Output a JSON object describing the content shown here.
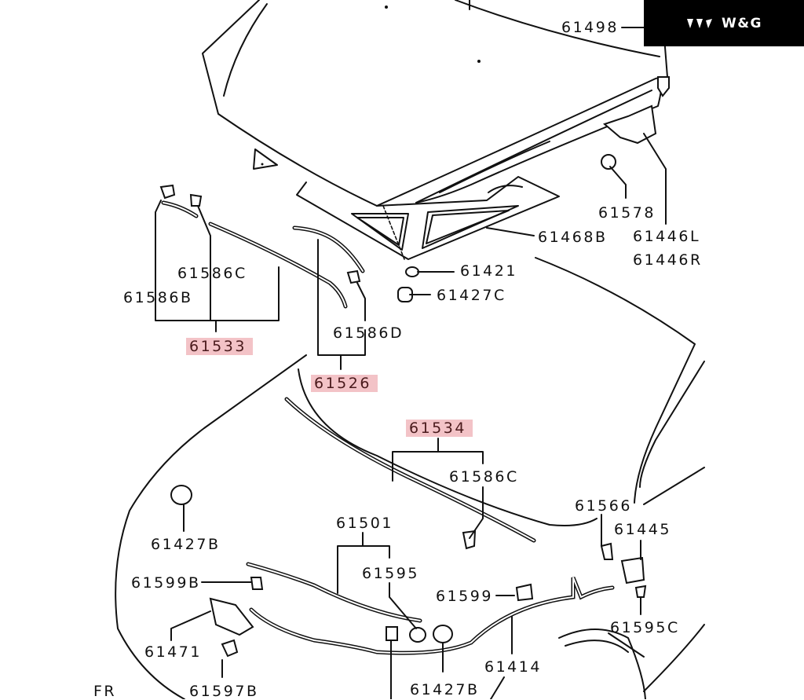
{
  "brand": {
    "logo_text": "W&G"
  },
  "diagram": {
    "title": "Hood assembly exploded parts diagram",
    "orientation_label": "FR",
    "labels": {
      "p61498": "61498",
      "p61578": "61578",
      "p61446L": "61446L",
      "p61446R": "61446R",
      "p61468B": "61468B",
      "p61421": "61421",
      "p61427C": "61427C",
      "p61586C_top": "61586C",
      "p61586B": "61586B",
      "p61533": "61533",
      "p61586D": "61586D",
      "p61526": "61526",
      "p61534": "61534",
      "p61586C_mid": "61586C",
      "p61566": "61566",
      "p61445": "61445",
      "p61427B_left": "61427B",
      "p61501": "61501",
      "p61595": "61595",
      "p61599B": "61599B",
      "p61599": "61599",
      "p61471": "61471",
      "p61595C": "61595C",
      "p61414": "61414",
      "p61597B": "61597B",
      "p61427B_bottom": "61427B"
    },
    "highlight_color": "#f3c3c7"
  }
}
